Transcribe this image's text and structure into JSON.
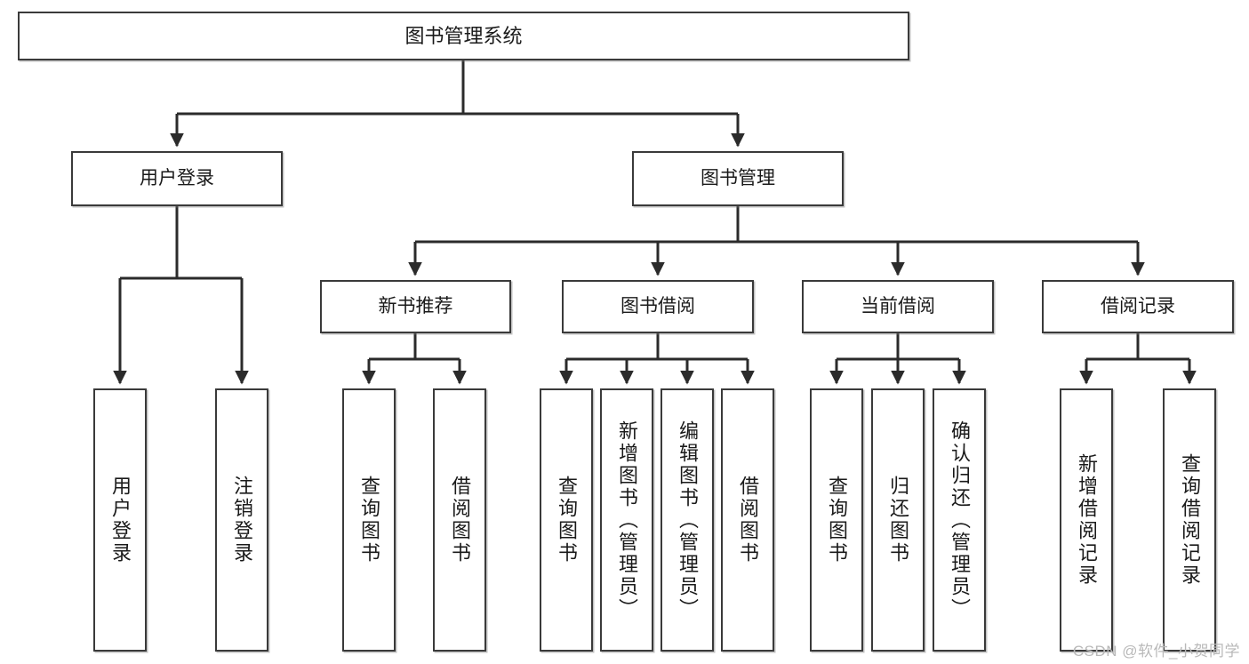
{
  "diagram": {
    "type": "tree",
    "title": "图书管理系统",
    "watermark": "CSDN @软件_小贺同学",
    "colors": {
      "box_border": "#3a3a3a",
      "box_fill": "#ffffff",
      "connector": "#2b2b2b",
      "text": "#1a1a1a",
      "watermark": "#b9b9b9"
    },
    "nodes": {
      "root": {
        "label": "图书管理系统"
      },
      "level2": [
        {
          "id": "user-login",
          "label": "用户登录"
        },
        {
          "id": "book-manage",
          "label": "图书管理"
        }
      ],
      "level3": [
        {
          "id": "new-book-recommend",
          "label": "新书推荐"
        },
        {
          "id": "book-borrow",
          "label": "图书借阅"
        },
        {
          "id": "current-borrow",
          "label": "当前借阅"
        },
        {
          "id": "borrow-record",
          "label": "借阅记录"
        }
      ],
      "leaves": {
        "user-login": [
          {
            "id": "leaf-user-login",
            "label": "用户登录"
          },
          {
            "id": "leaf-logout-login",
            "label": "注销登录"
          }
        ],
        "new-book-recommend": [
          {
            "id": "leaf-query-book-1",
            "label": "查询图书"
          },
          {
            "id": "leaf-borrow-book-1",
            "label": "借阅图书"
          }
        ],
        "book-borrow": [
          {
            "id": "leaf-query-book-2",
            "label": "查询图书"
          },
          {
            "id": "leaf-add-book",
            "label": "新增图书（管理员）"
          },
          {
            "id": "leaf-edit-book",
            "label": "编辑图书（管理员）"
          },
          {
            "id": "leaf-borrow-book-2",
            "label": "借阅图书"
          }
        ],
        "current-borrow": [
          {
            "id": "leaf-query-book-3",
            "label": "查询图书"
          },
          {
            "id": "leaf-return-book",
            "label": "归还图书"
          },
          {
            "id": "leaf-confirm-return",
            "label": "确认归还（管理员）"
          }
        ],
        "borrow-record": [
          {
            "id": "leaf-add-record",
            "label": "新增借阅记录"
          },
          {
            "id": "leaf-query-record",
            "label": "查询借阅记录"
          }
        ]
      }
    }
  }
}
